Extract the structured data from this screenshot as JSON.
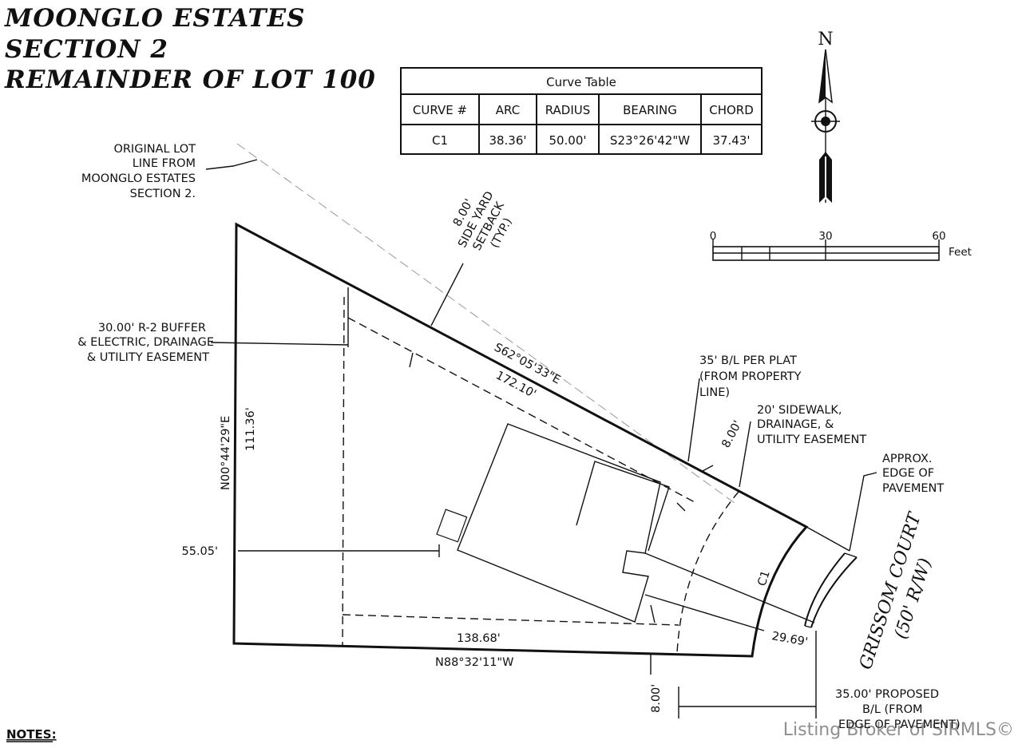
{
  "title": {
    "line1": "MOONGLO ESTATES",
    "line2": "SECTION 2",
    "line3": "REMAINDER OF LOT 100"
  },
  "curve_table": {
    "caption": "Curve Table",
    "headers": [
      "CURVE #",
      "ARC",
      "RADIUS",
      "BEARING",
      "CHORD"
    ],
    "rows": [
      [
        "C1",
        "38.36'",
        "50.00'",
        "S23°26'42\"W",
        "37.43'"
      ]
    ]
  },
  "north_arrow": {
    "label": "N",
    "icon": "north-arrow-icon"
  },
  "scale_bar": {
    "ticks": [
      "0",
      "30",
      "60"
    ],
    "unit": "Feet"
  },
  "labels": {
    "original_lot_line": [
      "ORIGINAL LOT",
      "LINE FROM",
      "MOONGLO ESTATES",
      "SECTION 2."
    ],
    "side_yard_setback": [
      "8.00'",
      "SIDE YARD",
      "SETBACK",
      "(TYP.)"
    ],
    "buffer": [
      "30.00' R-2 BUFFER",
      "& ELECTRIC, DRAINAGE",
      "& UTILITY EASEMENT"
    ],
    "bl_per_plat": [
      "35' B/L PER PLAT",
      "(FROM PROPERTY",
      "LINE)"
    ],
    "sidewalk_easement": [
      "20' SIDEWALK,",
      "DRAINAGE, &",
      "UTILITY EASEMENT"
    ],
    "edge_of_pavement": [
      "APPROX.",
      "EDGE OF",
      "PAVEMENT"
    ],
    "street": [
      "GRISSOM COURT",
      "(50' R/W)"
    ],
    "proposed_bl": [
      "35.00' PROPOSED",
      "B/L (FROM",
      "EDGE OF PAVEMENT)"
    ],
    "north_bearing": "S62°05'33\"E",
    "north_distance": "172.10'",
    "west_bearing": "N00°44'29\"E",
    "west_distance": "111.36'",
    "south_bearing": "N88°32'11\"W",
    "south_distance": "138.68'",
    "setback_55": "55.05'",
    "dim_8_right": "8.00'",
    "dim_8_bottom": "8.00'",
    "dim_29": "29.69'",
    "curve_label": "C1",
    "notes": "NOTES:"
  },
  "watermark": "Listing Broker of SIRMLS©"
}
